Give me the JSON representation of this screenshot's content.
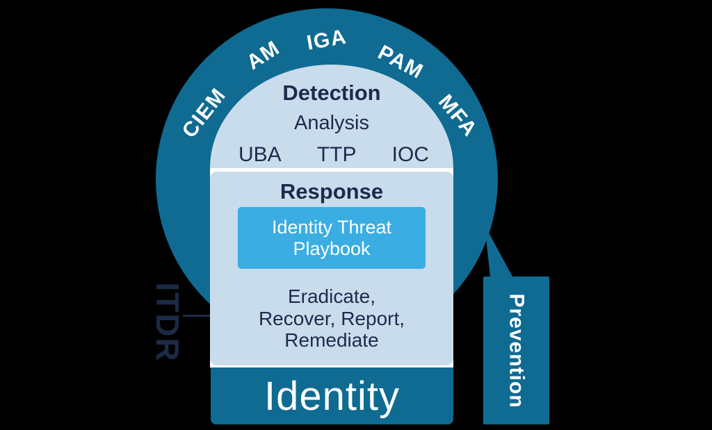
{
  "colors": {
    "background": "#000000",
    "teal": "#0f6b92",
    "light_blue": "#c8dcec",
    "bright_blue": "#3aade3",
    "navy_text": "#1c2b4b",
    "white": "#ffffff"
  },
  "diagram": {
    "arc_labels": [
      "CIEM",
      "AM",
      "IGA",
      "PAM",
      "MFA"
    ],
    "side_label": "ITDR",
    "detection": {
      "title": "Detection",
      "subtitle": "Analysis",
      "methods": [
        "UBA",
        "TTP",
        "IOC"
      ]
    },
    "response": {
      "title": "Response",
      "playbook_label": "Identity Threat Playbook",
      "actions": [
        "Eradicate,",
        "Recover, Report,",
        "Remediate"
      ]
    },
    "identity_label": "Identity",
    "prevention_label": "Prevention"
  }
}
